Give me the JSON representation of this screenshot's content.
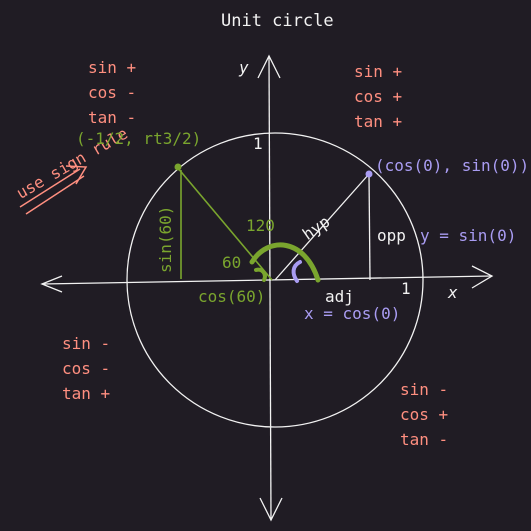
{
  "title": "Unit circle",
  "axes": {
    "x_label": "x",
    "y_label": "y",
    "x_tick": "1",
    "y_tick": "1"
  },
  "quadrants": {
    "q1": [
      "sin +",
      "cos +",
      "tan +"
    ],
    "q2": [
      "sin +",
      "cos -",
      "tan -"
    ],
    "q3": [
      "sin -",
      "cos -",
      "tan +"
    ],
    "q4": [
      "sin -",
      "cos +",
      "tan -"
    ]
  },
  "annotations": {
    "sign_rule": "use sign rule",
    "point_120": "(-1/2, rt3/2)",
    "point_zero": "(cos(0), sin(0))",
    "angle_120": "120",
    "angle_60": "60",
    "sin60": "sin(60)",
    "cos60": "cos(60)",
    "hyp": "hyp",
    "opp": "opp",
    "adj": "adj",
    "y_eq": "y = sin(0)",
    "x_eq": "x = cos(0)"
  },
  "colors": {
    "background": "#201c24",
    "ink": "#f2f2f2",
    "signs": "#ff8f80",
    "angle_120": "#7aa52e",
    "angle_theta": "#a99cf2"
  }
}
